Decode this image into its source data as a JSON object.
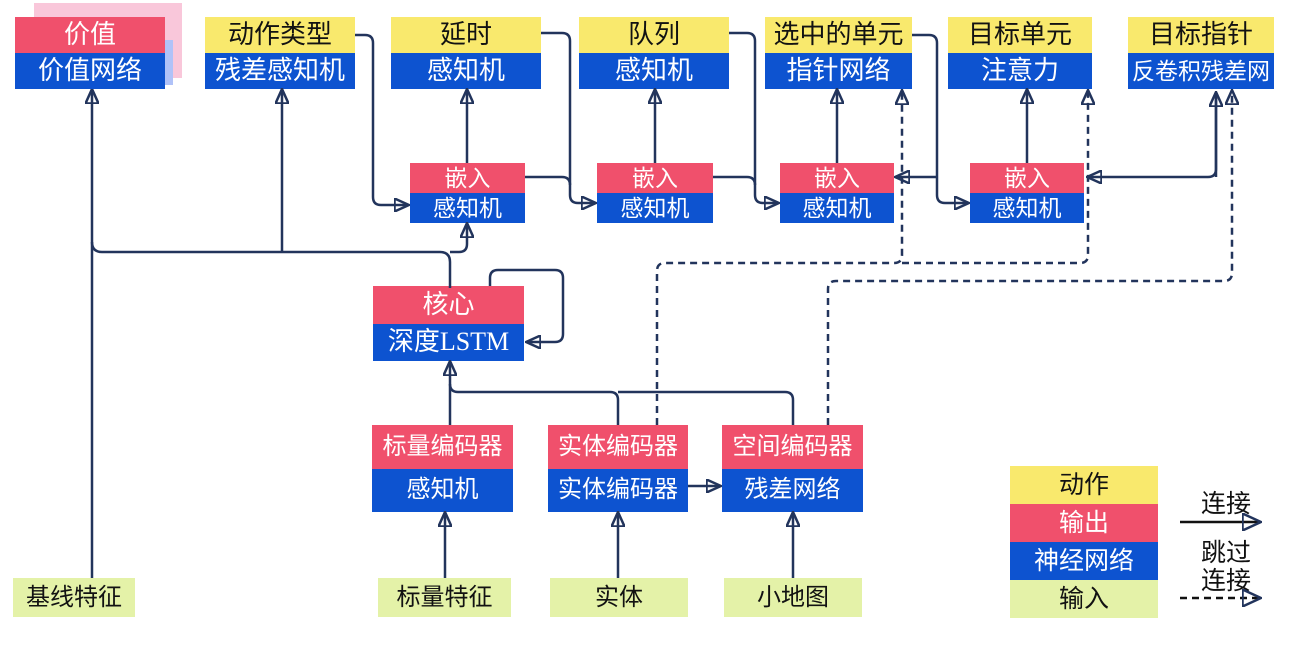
{
  "palette": {
    "action_yellow": "#f9e96d",
    "output_pink": "#f0506c",
    "network_blue": "#0d53d0",
    "input_green": "#e4f2a8",
    "shadow_pink": "#f9c7da",
    "shadow_blue": "#b0c2f8",
    "connector_navy": "#22345c",
    "legend_arrow_black": "#111111"
  },
  "nodes": {
    "value": {
      "top": "价值",
      "bottom": "价值网络"
    },
    "action_type": {
      "top": "动作类型",
      "bottom": "残差感知机"
    },
    "delay": {
      "top": "延时",
      "bottom": "感知机"
    },
    "queue": {
      "top": "队列",
      "bottom": "感知机"
    },
    "selected_units": {
      "top": "选中的单元",
      "bottom": "指针网络"
    },
    "target_unit": {
      "top": "目标单元",
      "bottom": "注意力"
    },
    "target_pointer": {
      "top": "目标指针",
      "bottom": "反卷积残差网"
    },
    "embed1": {
      "top": "嵌入",
      "bottom": "感知机"
    },
    "embed2": {
      "top": "嵌入",
      "bottom": "感知机"
    },
    "embed3": {
      "top": "嵌入",
      "bottom": "感知机"
    },
    "embed4": {
      "top": "嵌入",
      "bottom": "感知机"
    },
    "core": {
      "top": "核心",
      "bottom": "深度LSTM"
    },
    "scalar_encoder": {
      "top": "标量编码器",
      "bottom": "感知机"
    },
    "entity_encoder": {
      "top": "实体编码器",
      "bottom": "实体编码器"
    },
    "spatial_encoder": {
      "top": "空间编码器",
      "bottom": "残差网络"
    },
    "baseline_features": {
      "label": "基线特征"
    },
    "scalar_features": {
      "label": "标量特征"
    },
    "entities": {
      "label": "实体"
    },
    "minimap": {
      "label": "小地图"
    }
  },
  "legend": {
    "action": "动作",
    "output": "输出",
    "network": "神经网络",
    "input": "输入",
    "solid": "连接",
    "dashed_line1": "跳过",
    "dashed_line2": "连接"
  }
}
